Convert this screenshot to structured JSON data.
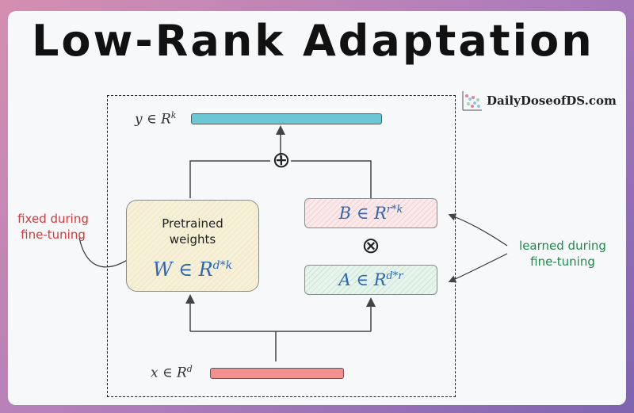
{
  "title": "Low-Rank Adaptation",
  "brand": {
    "name": "DailyDoseofDS.com",
    "icon": "scatter-logo-icon"
  },
  "output": {
    "label": "y ∈ R",
    "sup": "k",
    "color": "#6cc7d4"
  },
  "input": {
    "label": "x ∈ R",
    "sup": "d",
    "color": "#f29090"
  },
  "pretrained": {
    "caption": "Pretrained weights",
    "math": "W ∈ R",
    "sup": "d*k"
  },
  "matrix_b": {
    "math": "B ∈ R",
    "sup": "r*k"
  },
  "matrix_a": {
    "math": "A ∈ R",
    "sup": "d*r"
  },
  "operators": {
    "add": "⊕",
    "multiply": "⊗"
  },
  "annotations": {
    "fixed": "fixed during fine-tuning",
    "learned": "learned during fine-tuning"
  },
  "colors": {
    "accent_math": "#2c67b6",
    "annotation_fixed": "#d23a3a",
    "annotation_learned": "#1f8a4c"
  }
}
